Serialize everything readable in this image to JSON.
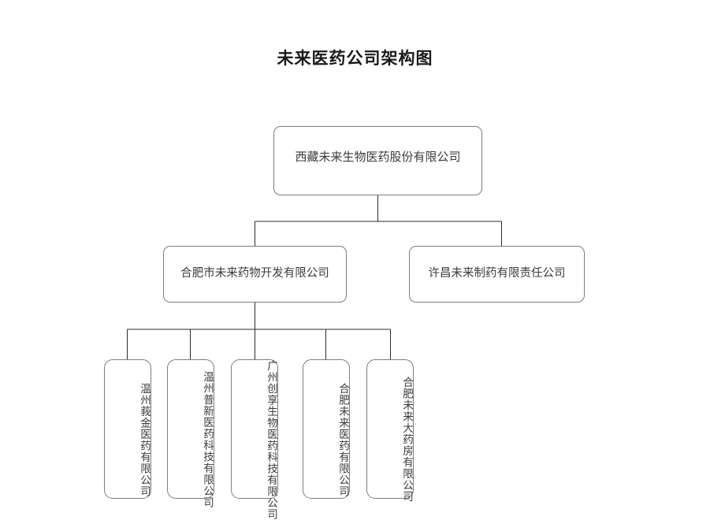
{
  "title": "未来医药公司架构图",
  "colors": {
    "background": "#ffffff",
    "box_border": "#7d7d7d",
    "connector": "#2b2b2b",
    "title_text": "#1a1a1a",
    "node_text": "#3b3b3b"
  },
  "org_chart": {
    "type": "org-chart",
    "orientation": "top-down",
    "levels": 3,
    "root": {
      "id": "root",
      "label": "西藏未来生物医药股份有限公司",
      "text_direction": "horizontal"
    },
    "level2": [
      {
        "id": "hefei-drug-dev",
        "label": "合肥市未来药物开发有限公司",
        "text_direction": "horizontal"
      },
      {
        "id": "xuchang-pharma",
        "label": "许昌未来制药有限责任公司",
        "text_direction": "horizontal"
      }
    ],
    "level3": [
      {
        "id": "wenzhou-ejin",
        "label": "温州莪金医药有限公司",
        "text_direction": "vertical"
      },
      {
        "id": "wenzhou-puxin",
        "label": "温州普新医药科技有限公司",
        "text_direction": "vertical"
      },
      {
        "id": "guangzhou-chuangxiang",
        "label": "广州创享生物医药科技有限公司",
        "text_direction": "vertical"
      },
      {
        "id": "hefei-weilai-yiyao",
        "label": "合肥未来医药有限公司",
        "text_direction": "vertical"
      },
      {
        "id": "hefei-dayaofang",
        "label": "合肥未来大药房有限公司",
        "text_direction": "vertical"
      }
    ],
    "edges": [
      {
        "from": "root",
        "to": "hefei-drug-dev"
      },
      {
        "from": "root",
        "to": "xuchang-pharma"
      },
      {
        "from": "hefei-drug-dev",
        "to": "wenzhou-ejin"
      },
      {
        "from": "hefei-drug-dev",
        "to": "wenzhou-puxin"
      },
      {
        "from": "hefei-drug-dev",
        "to": "guangzhou-chuangxiang"
      },
      {
        "from": "hefei-drug-dev",
        "to": "hefei-weilai-yiyao"
      },
      {
        "from": "hefei-drug-dev",
        "to": "hefei-dayaofang"
      }
    ]
  }
}
